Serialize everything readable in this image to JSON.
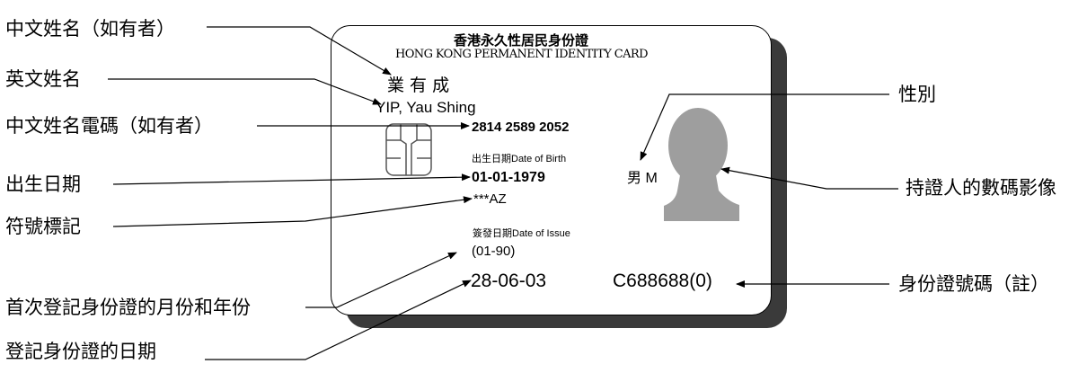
{
  "card": {
    "title_zh": "香港永久性居民身份證",
    "title_en": "HONG KONG PERMANENT IDENTITY CARD",
    "name_zh": "業 有 成",
    "name_en": "YIP, Yau Shing",
    "ccc": "2814 2589 2052",
    "dob_label": "出生日期Date of Birth",
    "dob": "01-01-1979",
    "symbols": "***AZ",
    "sex": "男 M",
    "issue_label": "簽發日期Date of Issue",
    "first_reg": "(01-90)",
    "issue_date": "28-06-03",
    "id_number": "C688688(0)"
  },
  "labels": {
    "chinese_name": "中文姓名（如有者）",
    "english_name": "英文姓名",
    "ccc": "中文姓名電碼（如有者）",
    "dob": "出生日期",
    "symbols": "符號標記",
    "first_reg": "首次登記身份證的月份和年份",
    "reg_date": "登記身份證的日期",
    "sex": "性別",
    "photo": "持證人的數碼影像",
    "id_number": "身份證號碼（註）"
  },
  "colors": {
    "photo": "#9e9e9e",
    "shadow": "#3a3a3a",
    "chip": "#555555"
  }
}
